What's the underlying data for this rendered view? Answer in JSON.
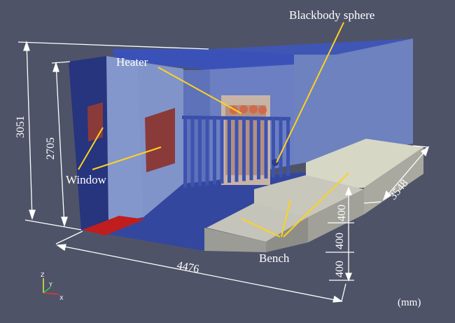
{
  "labels": {
    "heater": "Heater",
    "blackbody_sphere": "Blackbody sphere",
    "window": "Window",
    "bench": "Bench"
  },
  "dimensions": {
    "height_outer": "3051",
    "height_inner": "2705",
    "length": "4476",
    "depth": "3548",
    "bench_step_1": "400",
    "bench_step_2": "400",
    "bench_step_3": "400"
  },
  "unit": "(mm)",
  "axes": {
    "x": "X",
    "y": "Y",
    "z": "Z"
  },
  "colors": {
    "background": "#4f5368",
    "wall": "#7f93c8",
    "floor": "#34479e",
    "pointer_line": "#ffd21e",
    "window_fill": "#8b3a3a",
    "floor_red": "#c01e1e"
  }
}
